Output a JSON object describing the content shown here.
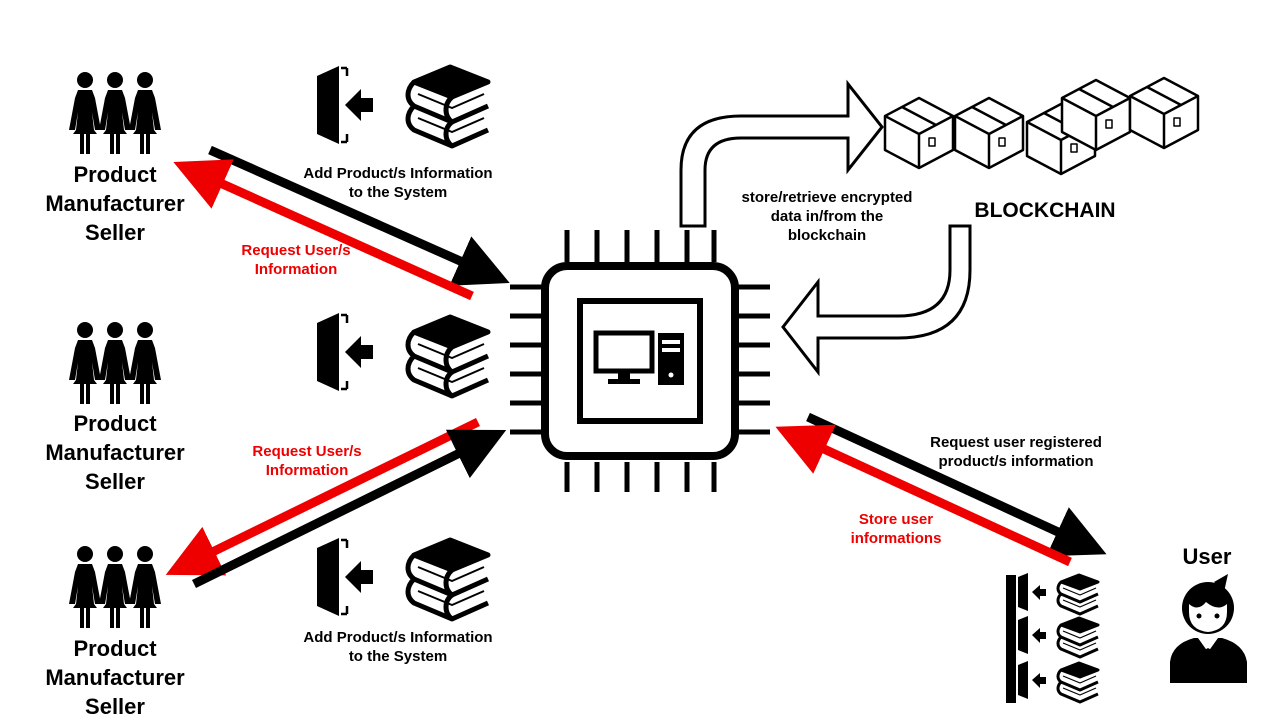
{
  "colors": {
    "request_arrow": "#ee0000",
    "data_arrow": "#000000",
    "background": "#ffffff"
  },
  "parties": [
    {
      "label_line1": "Product",
      "label_line2": "Manufacturer",
      "label_line3": "Seller",
      "icon": "three-people-icon"
    },
    {
      "label_line1": "Product",
      "label_line2": "Manufacturer",
      "label_line3": "Seller",
      "icon": "three-people-icon"
    },
    {
      "label_line1": "Product",
      "label_line2": "Manufacturer",
      "label_line3": "Seller",
      "icon": "three-people-icon"
    }
  ],
  "flows": {
    "add_top_line1": "Add Product/s Information",
    "add_top_line2": "to the System",
    "add_bottom_line1": "Add Product/s Information",
    "add_bottom_line2": "to the System",
    "request_top_line1": "Request User/s",
    "request_top_line2": "Information",
    "request_mid_line1": "Request User/s",
    "request_mid_line2": "Information",
    "blockchain_line1": "store/retrieve encrypted",
    "blockchain_line2": "data in/from the",
    "blockchain_line3": "blockchain",
    "user_request_line1": "Request user registered",
    "user_request_line2": "product/s information",
    "user_store_line1": "Store user",
    "user_store_line2": "informations"
  },
  "blockchain": {
    "label": "BLOCKCHAIN",
    "icon": "block-cubes-icon"
  },
  "user": {
    "label": "User",
    "icon": "user-avatar-icon"
  },
  "center": {
    "icon": "computer-chip-icon"
  }
}
